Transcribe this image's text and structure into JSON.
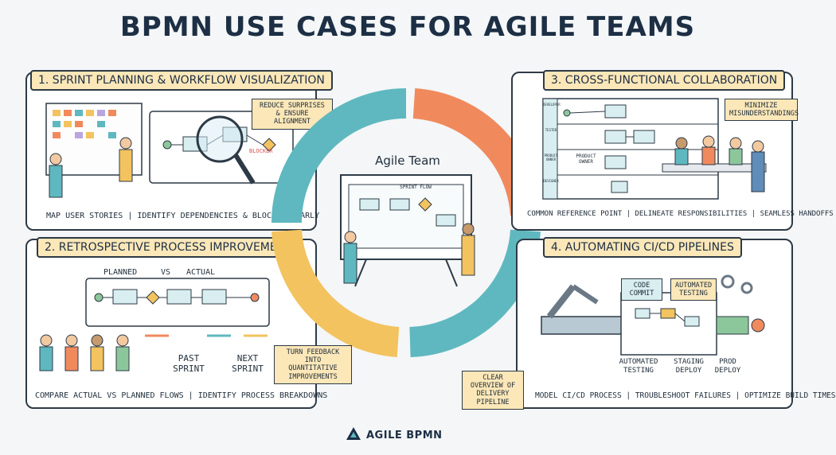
{
  "title": "BPMN USE CASES FOR AGILE TEAMS",
  "center": {
    "label": "Agile Team",
    "board_title": "SPRINT FLOW"
  },
  "panels": [
    {
      "heading": "1. SPRINT PLANNING & WORKFLOW VISUALIZATION",
      "note": "REDUCE SURPRISES & ENSURE ALIGNMENT",
      "tag": "BLOCKER",
      "caption": "MAP USER STORIES | IDENTIFY DEPENDENCIES & BLOCKERS EARLY"
    },
    {
      "heading": "2. RETROSPECTIVE PROCESS IMPROVEMENT",
      "planned": "PLANNED",
      "vs": "VS",
      "actual": "ACTUAL",
      "past": "PAST SPRINT",
      "next": "NEXT SPRINT",
      "caption": "COMPARE ACTUAL VS PLANNED FLOWS | IDENTIFY PROCESS BREAKDOWNS"
    },
    {
      "heading": "3. CROSS-FUNCTIONAL COLLABORATION",
      "note": "MINIMIZE MISUNDERSTANDINGS",
      "lanes": [
        "DEVELOPER",
        "TESTER",
        "PRODUCT OWNER",
        "DESIGNER"
      ],
      "lane_note": "PRODUCT OWNER",
      "caption": "COMMON REFERENCE POINT | DELINEATE RESPONSIBILITIES | SEAMLESS HANDOFFS"
    },
    {
      "heading": "4. AUTOMATING CI/CD PIPELINES",
      "stage_code": "CODE COMMIT",
      "stage_test_top": "AUTOMATED TESTING",
      "stage_test": "AUTOMATED TESTING",
      "stage_staging": "STAGING DEPLOY",
      "stage_prod": "PROD DEPLOY",
      "caption": "MODEL CI/CD PROCESS | TROUBLESHOOT FAILURES | OPTIMIZE BUILD TIMES"
    }
  ],
  "callouts": {
    "feedback": "TURN FEEDBACK INTO QUANTITATIVE IMPROVEMENTS",
    "pipeline": "CLEAR OVERVIEW OF DELIVERY PIPELINE"
  },
  "footer": "AGILE BPMN",
  "colors": {
    "teal": "#5fb8bf",
    "orange": "#f08a5d",
    "yellow": "#f3c35f",
    "note": "#fbe7b8",
    "ink": "#2d3a46"
  }
}
